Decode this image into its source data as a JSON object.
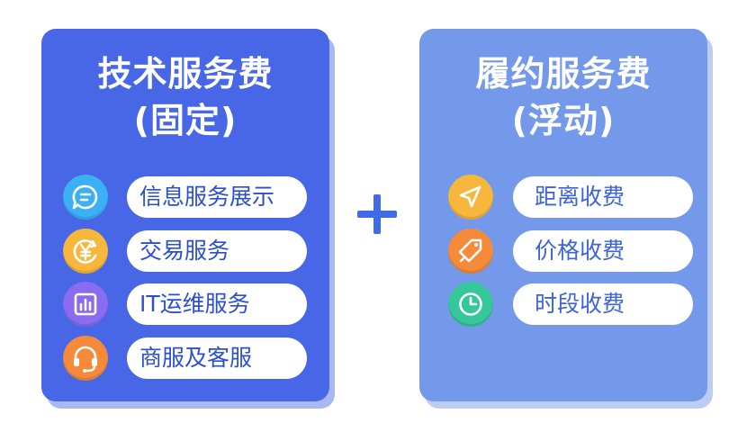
{
  "fixed": {
    "title_line1": "技术服务费",
    "title_line2": "(固定)",
    "items": [
      {
        "label": "信息服务展示",
        "icon": "chat-bubble-icon",
        "color": "#3bb0f5"
      },
      {
        "label": "交易服务",
        "icon": "yen-coin-icon",
        "color": "#f6b73c"
      },
      {
        "label": "IT运维服务",
        "icon": "bar-chart-icon",
        "color": "#8a6cf0"
      },
      {
        "label": "商服及客服",
        "icon": "headset-icon",
        "color": "#f58a3b"
      }
    ],
    "background": "#4767e6"
  },
  "operator": "+",
  "floating": {
    "title_line1": "履约服务费",
    "title_line2": "(浮动)",
    "items": [
      {
        "label": "距离收费",
        "icon": "navigation-arrow-icon",
        "color": "#f6b73c"
      },
      {
        "label": "价格收费",
        "icon": "price-tag-icon",
        "color": "#f58a3b"
      },
      {
        "label": "时段收费",
        "icon": "clock-icon",
        "color": "#35c69a"
      }
    ],
    "background": "#7499ea"
  }
}
